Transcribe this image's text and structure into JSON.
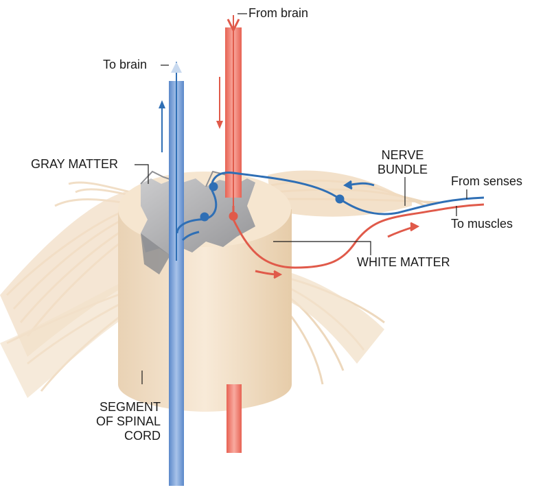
{
  "labels": {
    "from_brain": "From brain",
    "to_brain": "To brain",
    "gray_matter": "GRAY MATTER",
    "nerve_bundle": "NERVE\nBUNDLE",
    "from_senses": "From senses",
    "to_muscles": "To muscles",
    "white_matter": "WHITE MATTER",
    "segment": "SEGMENT\nOF SPINAL\nCORD"
  },
  "colors": {
    "sensory_blue": "#2f6fb5",
    "motor_red": "#e05a4a",
    "tube_blue": "#7fa6dc",
    "tube_red": "#f07f72",
    "white_matter": "#f5e4cd",
    "gray_matter": "#a9aaae",
    "fibers": "#eed6b8"
  },
  "icons": {
    "arrows": "flow-arrow-icon"
  }
}
